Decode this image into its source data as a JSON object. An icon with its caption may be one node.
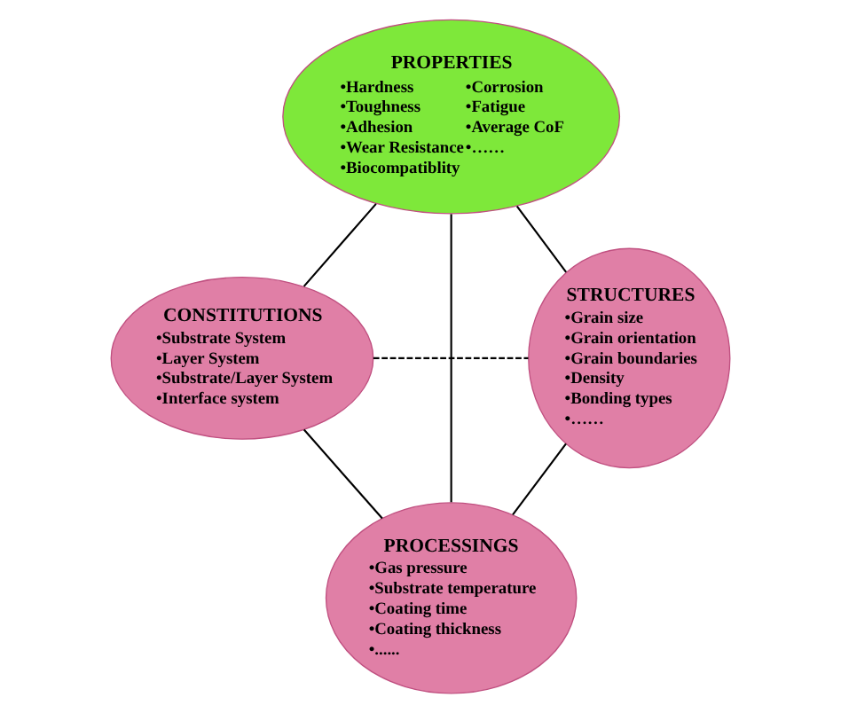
{
  "diagram": {
    "nodes": [
      {
        "text": [
          "PROPERTIES",
          "•Hardness",
          "•Toughness",
          "•Adhesion",
          "•Wear Resistance",
          "•Biocompatiblity",
          "•Corrosion",
          "•Fatigue",
          "•Average CoF",
          "•……"
        ]
      },
      {
        "text": [
          "CONSTITUTIONS",
          "•Substrate System",
          "•Layer System",
          "•Substrate/Layer System",
          "•Interface system"
        ]
      },
      {
        "text": [
          "PROCESSINGS",
          "•Gas pressure",
          "•Substrate temperature",
          "•Coating time",
          "•Coating thickness",
          "•......"
        ]
      },
      {
        "text": [
          "STRUCTURES",
          "•Grain size",
          "•Grain orientation",
          "•Grain boundaries",
          "•Density",
          "•Bonding types",
          "•……"
        ]
      }
    ],
    "edges": [
      {
        "from": 0,
        "to": 1,
        "arrow": "none"
      },
      {
        "from": 0,
        "to": 2,
        "arrow": "none"
      },
      {
        "from": 0,
        "to": 3,
        "arrow": "none"
      },
      {
        "from": 1,
        "to": 2,
        "arrow": "none"
      },
      {
        "from": 2,
        "to": 3,
        "arrow": "none"
      },
      {
        "from": 1,
        "to": 3,
        "arrow": "none",
        "style": "dashed"
      }
    ]
  }
}
